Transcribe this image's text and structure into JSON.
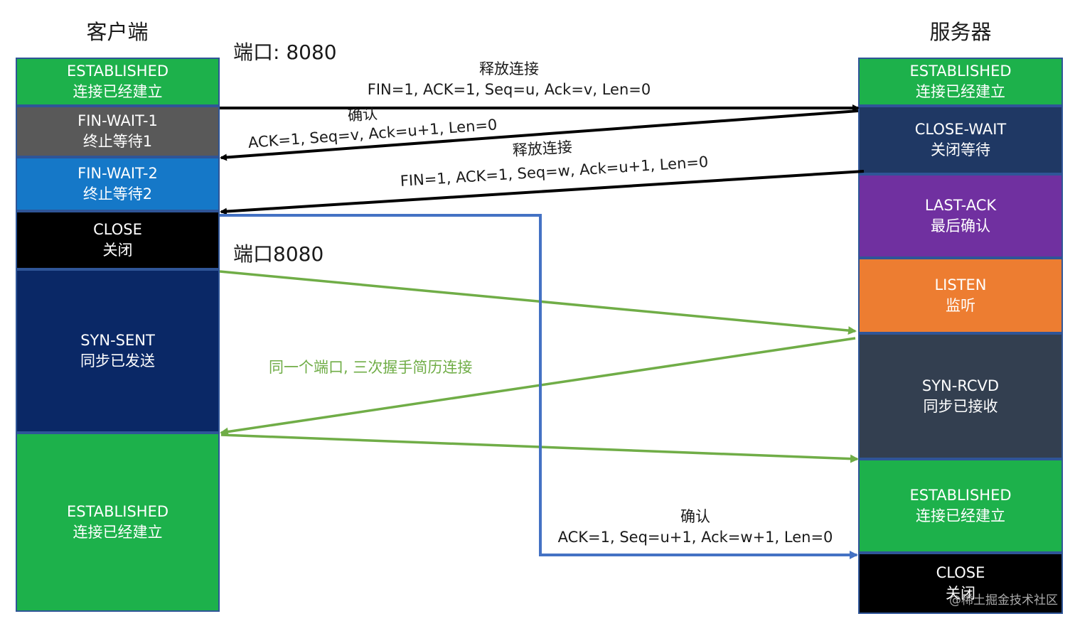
{
  "client": {
    "title": "客户端",
    "states": [
      {
        "line1": "ESTABLISHED",
        "line2": "连接已经建立",
        "color": "#1db14b"
      },
      {
        "line1": "FIN-WAIT-1",
        "line2": "终止等待1",
        "color": "#595959"
      },
      {
        "line1": "FIN-WAIT-2",
        "line2": "终止等待2",
        "color": "#1578c8"
      },
      {
        "line1": "CLOSE",
        "line2": "关闭",
        "color": "#000000"
      },
      {
        "line1": "SYN-SENT",
        "line2": "同步已发送",
        "color": "#0a2866"
      },
      {
        "line1": "ESTABLISHED",
        "line2": "连接已经建立",
        "color": "#1db14b"
      }
    ]
  },
  "server": {
    "title": "服务器",
    "states": [
      {
        "line1": "ESTABLISHED",
        "line2": "连接已经建立",
        "color": "#1db14b"
      },
      {
        "line1": "CLOSE-WAIT",
        "line2": "关闭等待",
        "color": "#1f3864"
      },
      {
        "line1": "LAST-ACK",
        "line2": "最后确认",
        "color": "#7030a0"
      },
      {
        "line1": "LISTEN",
        "line2": "监听",
        "color": "#ed7d31"
      },
      {
        "line1": "SYN-RCVD",
        "line2": "同步已接收",
        "color": "#333f50"
      },
      {
        "line1": "ESTABLISHED",
        "line2": "连接已经建立",
        "color": "#1db14b"
      },
      {
        "line1": "CLOSE",
        "line2": "关闭",
        "color": "#000000"
      }
    ]
  },
  "ports": {
    "first": "端口: 8080",
    "second": "端口8080"
  },
  "messages": {
    "fin1": {
      "title": "释放连接",
      "detail": "FIN=1, ACK=1, Seq=u, Ack=v, Len=0"
    },
    "ack1": {
      "title": "确认",
      "detail": "ACK=1, Seq=v, Ack=u+1, Len=0"
    },
    "fin2": {
      "title": "释放连接",
      "detail": "FIN=1, ACK=1, Seq=w, Ack=u+1, Len=0"
    },
    "ack2": {
      "title": "确认",
      "detail": "ACK=1, Seq=u+1, Ack=w+1, Len=0"
    }
  },
  "handshake_note": "同一个端口, 三次握手简历连接",
  "watermark": "@稀土掘金技术社区",
  "colors": {
    "arrow_black": "#000000",
    "arrow_green": "#70ad47",
    "arrow_blue": "#4472c4"
  }
}
